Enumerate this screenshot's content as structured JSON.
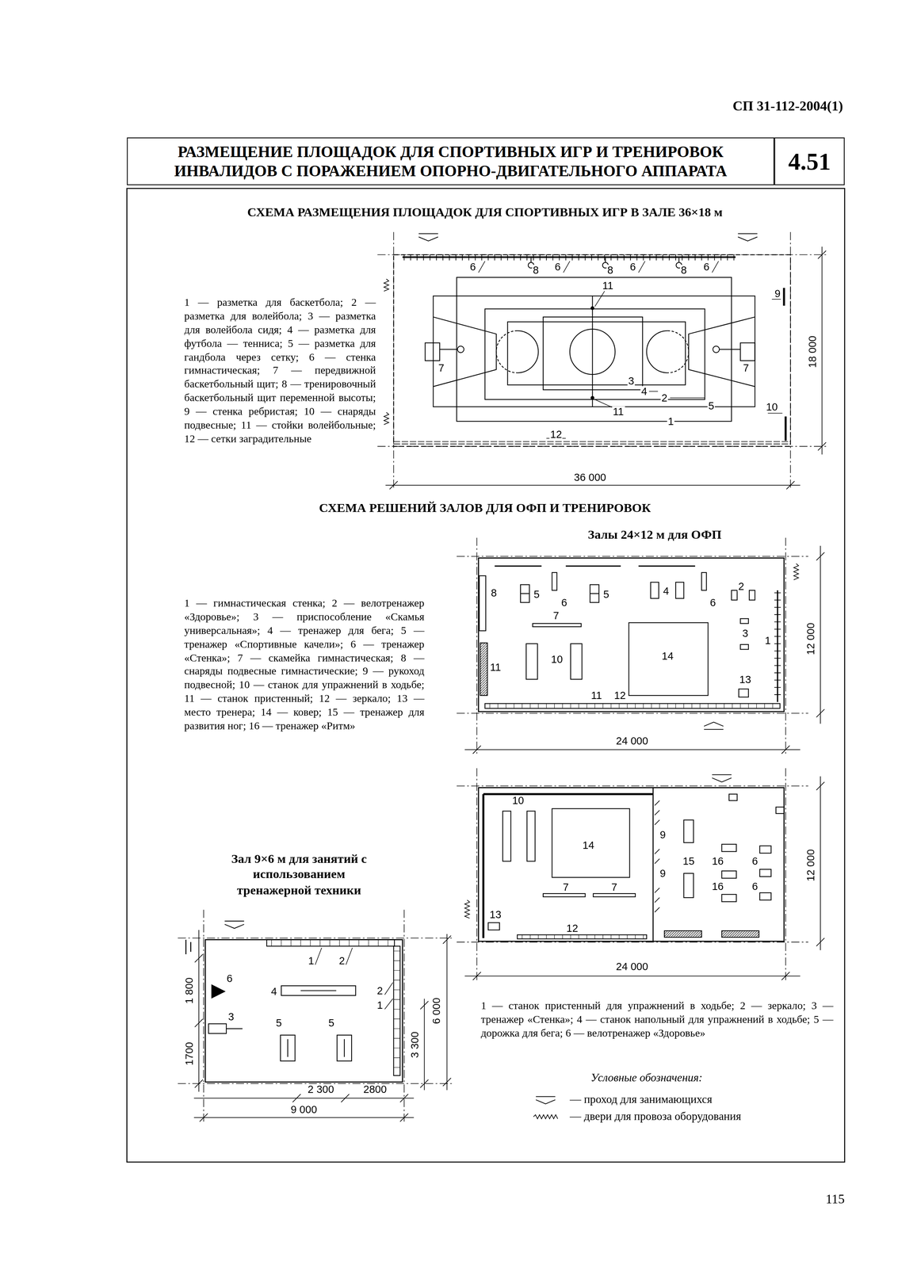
{
  "diagram": {
    "nodes": [
      {
        "text": [
          "РАЗМЕЩЕНИЕ ПЛОЩАДОК ДЛЯ СПОРТИВНЫХ ИГР И ТРЕНИРОВОК ИНВАЛИДОВ С ПОРАЖЕНИЕМ ОПОРНО-ДВИГАТЕЛЬНОГО АППАРАТА"
        ]
      },
      {
        "text": [
          "4.51"
        ]
      }
    ],
    "labels": [
      "СП 31-112-2004(1)",
      "СХЕМА РАЗМЕЩЕНИЯ ПЛОЩАДОК ДЛЯ СПОРТИВНЫХ ИГР В ЗАЛЕ 36×18 м",
      "1 — разметка для баскетбола; 2 — разметка для волейбола; 3 — разметка для волейбола сидя; 4 — разметка для футбола — тенниса; 5 — разметка для гандбола через сетку; 6 — стенка гимнастическая; 7 — передвижной баскетбольный щит; 8 — тренировочный баскетбольный щит переменной высоты; 9 — стенка ребристая; 10 — снаряды подвесные; 11 — стойки волейбольные; 12 — сетки заградительные",
      "6",
      "8",
      "6",
      "8",
      "6",
      "8",
      "6",
      "11",
      "9",
      "7",
      "7",
      "3",
      "4",
      "2",
      "5",
      "11",
      "10",
      "1",
      "12",
      "18 000",
      "36 000",
      "СХЕМА РЕШЕНИЙ ЗАЛОВ ДЛЯ ОФП И ТРЕНИРОВОК",
      "Залы 24×12 м для ОФП",
      "1 — гимнастическая стенка; 2 — велотренажер «Здоровье»; 3 — приспособление «Скамья универсальная»; 4 — тренажер для бега; 5 — тренажер «Спортивные качели»; 6 — тренажер «Стенка»; 7 — скамейка гимнастическая; 8 — снаряды подвесные гимнастические; 9 — рукоход подвесной; 10 — станок для упражнений в ходьбе; 11 — станок пристенный; 12 — зеркало; 13 — место тренера; 14 — ковер; 15 — тренажер для развития ног; 16 — тренажер «Ритм»",
      "8",
      "5",
      "6",
      "5",
      "4",
      "6",
      "2",
      "7",
      "3",
      "1",
      "14",
      "10",
      "11",
      "13",
      "11",
      "12",
      "12 000",
      "24 000",
      "10",
      "14",
      "9",
      "15",
      "16",
      "6",
      "9",
      "16",
      "6",
      "7",
      "7",
      "13",
      "12",
      "12 000",
      "24 000",
      "Зал 9×6 м для занятий с использованием тренажерной техники",
      "1",
      "2",
      "6",
      "4",
      "2",
      "1",
      "3",
      "5",
      "5",
      "1 800",
      "1700",
      "6 000",
      "3 300",
      "2 300",
      "2800",
      "9 000",
      "1 — станок пристенный для упражнений в ходьбе; 2 — зеркало; 3 — тренажер «Стенка»; 4 — станок напольный для упражнений в ходьбе; 5 — дорожка для бега; 6 — велотренажер «Здоровье»",
      "Условные обозначения:",
      "115"
    ],
    "legend": [
      {
        "text": "— проход для занимающихся"
      },
      {
        "text": "— двери для провоза оборудования"
      }
    ]
  }
}
